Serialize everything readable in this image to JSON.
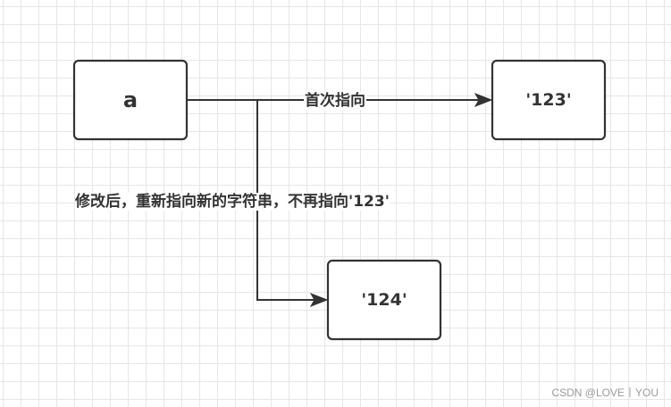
{
  "diagram": {
    "nodes": {
      "a": {
        "label": "a"
      },
      "value_123": {
        "label": "'123'"
      },
      "value_124": {
        "label": "'124'"
      }
    },
    "edges": {
      "first_ref": {
        "label": "首次指向"
      },
      "reassigned_ref": {
        "label": "修改后，重新指向新的字符串，不再指向'123'"
      }
    },
    "colors": {
      "stroke": "#333333",
      "grid": "#e6e6e6",
      "background": "#ffffff"
    }
  },
  "watermark": {
    "text": "CSDN @LOVE丨YOU"
  }
}
